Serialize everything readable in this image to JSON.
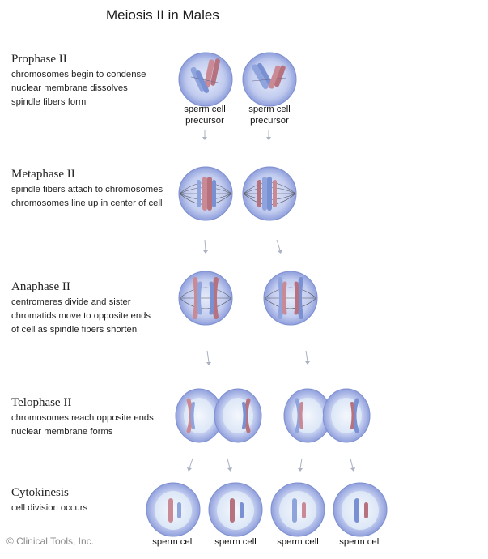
{
  "title": "Meiosis II in Males",
  "phases": [
    {
      "name": "Prophase II",
      "lines": [
        "chromosomes begin to condense",
        "nuclear membrane dissolves",
        "spindle fibers form"
      ]
    },
    {
      "name": "Metaphase II",
      "lines": [
        "spindle fibers attach to chromosomes",
        "chromosomes line up in center of cell"
      ]
    },
    {
      "name": "Anaphase II",
      "lines": [
        "centromeres divide and sister",
        "chromatids move to opposite ends",
        "of cell as spindle fibers shorten"
      ]
    },
    {
      "name": "Telophase II",
      "lines": [
        "chromosomes reach opposite ends",
        "nuclear membrane forms"
      ]
    },
    {
      "name": "Cytokinesis",
      "lines": [
        "cell division occurs"
      ]
    }
  ],
  "precursor_label": [
    "sperm cell",
    "precursor"
  ],
  "sperm_label": "sperm cell",
  "copyright": "© Clinical Tools, Inc."
}
